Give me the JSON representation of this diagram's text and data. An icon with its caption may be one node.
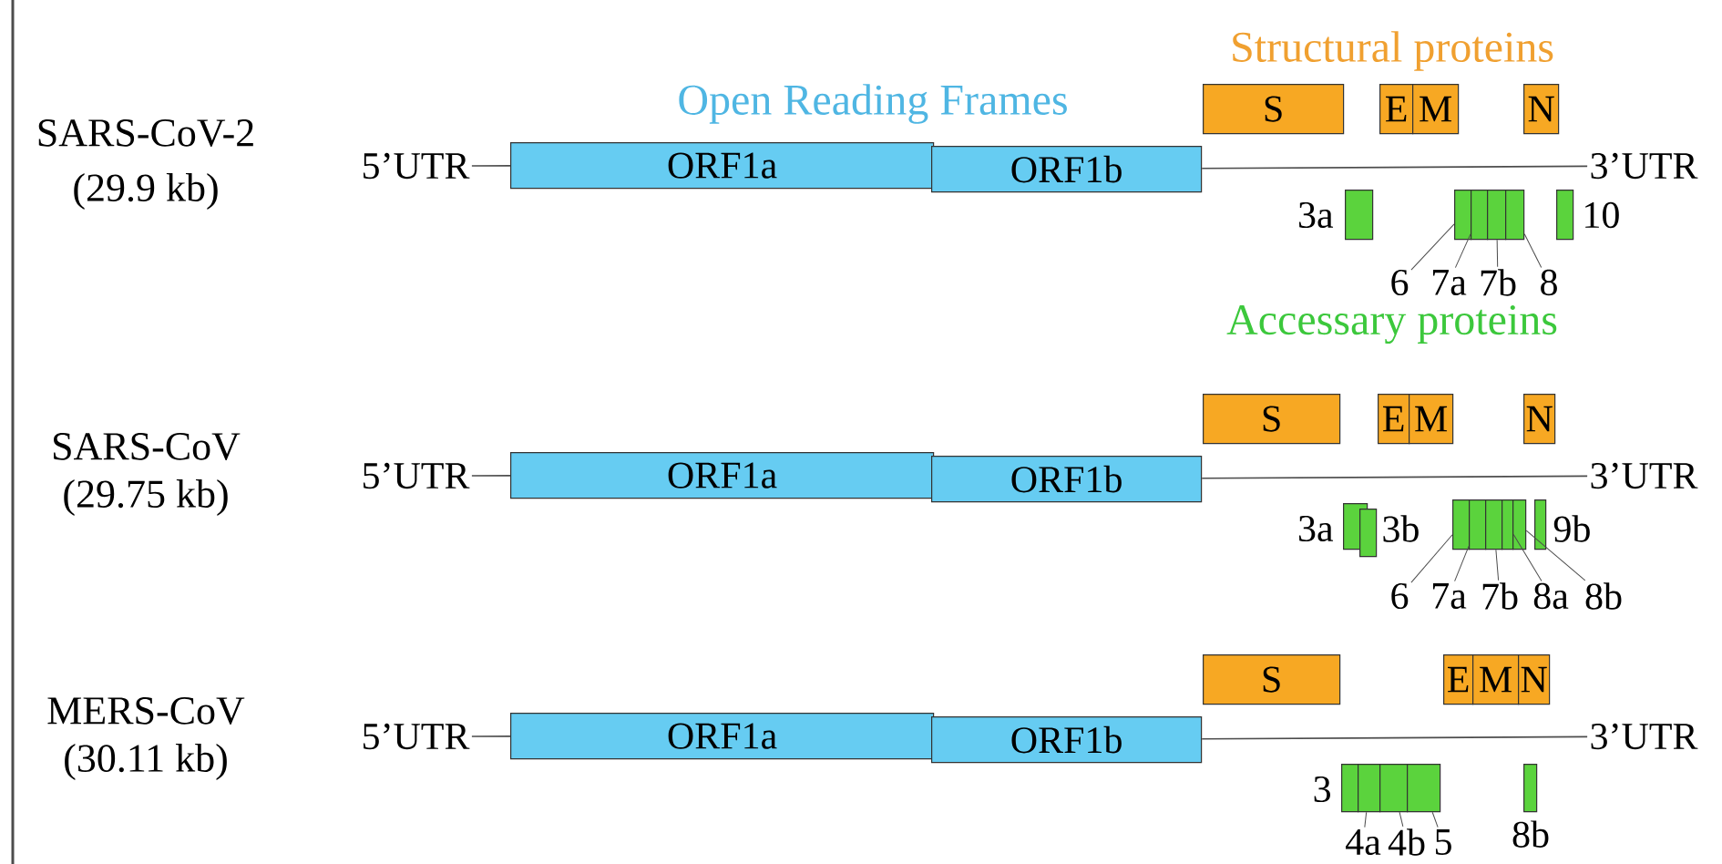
{
  "diagram": {
    "nodes": [
      {
        "text": [
          "5’UTR"
        ]
      },
      {
        "text": [
          "ORF1a"
        ]
      },
      {
        "text": [
          "ORF1b"
        ]
      },
      {
        "text": [
          "3’UTR"
        ]
      },
      {
        "text": [
          "S"
        ]
      },
      {
        "text": [
          "E"
        ]
      },
      {
        "text": [
          "M"
        ]
      },
      {
        "text": [
          "N"
        ]
      },
      {
        "text": [],
        "shape": "box",
        "beside": [
          "3a"
        ]
      },
      {
        "text": [],
        "shape": "box"
      },
      {
        "text": [],
        "shape": "box"
      },
      {
        "text": [],
        "shape": "box"
      },
      {
        "text": [],
        "shape": "box"
      },
      {
        "text": [],
        "shape": "box",
        "beside": [
          "10"
        ]
      },
      {
        "text": [
          "6"
        ]
      },
      {
        "text": [
          "7a"
        ]
      },
      {
        "text": [
          "7b"
        ]
      },
      {
        "text": [
          "8"
        ]
      },
      {
        "text": [
          "5’UTR"
        ]
      },
      {
        "text": [
          "ORF1a"
        ]
      },
      {
        "text": [
          "ORF1b"
        ]
      },
      {
        "text": [
          "3’UTR"
        ]
      },
      {
        "text": [
          "S"
        ]
      },
      {
        "text": [
          "E"
        ]
      },
      {
        "text": [
          "M"
        ]
      },
      {
        "text": [
          "N"
        ]
      },
      {
        "text": [],
        "shape": "box",
        "beside": [
          "3a"
        ]
      },
      {
        "text": [],
        "shape": "box",
        "beside": [
          "3b"
        ]
      },
      {
        "text": [],
        "shape": "box"
      },
      {
        "text": [],
        "shape": "box"
      },
      {
        "text": [],
        "shape": "box"
      },
      {
        "text": [],
        "shape": "box"
      },
      {
        "text": [],
        "shape": "box"
      },
      {
        "text": [],
        "shape": "box",
        "beside": [
          "9b"
        ]
      },
      {
        "text": [
          "6"
        ]
      },
      {
        "text": [
          "7a"
        ]
      },
      {
        "text": [
          "7b"
        ]
      },
      {
        "text": [
          "8a"
        ]
      },
      {
        "text": [
          "8b"
        ]
      },
      {
        "text": [
          "5’UTR"
        ]
      },
      {
        "text": [
          "ORF1a"
        ]
      },
      {
        "text": [
          "ORF1b"
        ]
      },
      {
        "text": [
          "3’UTR"
        ]
      },
      {
        "text": [
          "S"
        ]
      },
      {
        "text": [
          "E"
        ]
      },
      {
        "text": [
          "M"
        ]
      },
      {
        "text": [
          "N"
        ]
      },
      {
        "text": [],
        "shape": "box",
        "beside": [
          "3"
        ]
      },
      {
        "text": [],
        "shape": "box"
      },
      {
        "text": [],
        "shape": "box"
      },
      {
        "text": [],
        "shape": "box"
      },
      {
        "text": [],
        "shape": "box",
        "beside": [
          "8b"
        ]
      },
      {
        "text": [
          "4a"
        ]
      },
      {
        "text": [
          "4b"
        ]
      },
      {
        "text": [
          "5"
        ]
      }
    ],
    "edges": [
      {
        "from": 0,
        "to": 1,
        "arrow": "none"
      },
      {
        "from": 2,
        "to": 3,
        "arrow": "none"
      },
      {
        "from": 14,
        "to": 9,
        "arrow": "none"
      },
      {
        "from": 15,
        "to": 10,
        "arrow": "none"
      },
      {
        "from": 16,
        "to": 11,
        "arrow": "none"
      },
      {
        "from": 17,
        "to": 12,
        "arrow": "none"
      },
      {
        "from": 18,
        "to": 19,
        "arrow": "none"
      },
      {
        "from": 20,
        "to": 21,
        "arrow": "none"
      },
      {
        "from": 34,
        "to": 28,
        "arrow": "none"
      },
      {
        "from": 35,
        "to": 29,
        "arrow": "none"
      },
      {
        "from": 36,
        "to": 30,
        "arrow": "none"
      },
      {
        "from": 37,
        "to": 31,
        "arrow": "none"
      },
      {
        "from": 38,
        "to": 32,
        "arrow": "none"
      },
      {
        "from": 39,
        "to": 40,
        "arrow": "none"
      },
      {
        "from": 41,
        "to": 42,
        "arrow": "none"
      },
      {
        "from": 52,
        "to": 48,
        "arrow": "none"
      },
      {
        "from": 53,
        "to": 49,
        "arrow": "none"
      },
      {
        "from": 54,
        "to": 50,
        "arrow": "none"
      }
    ],
    "labels": [
      "Structural proteins",
      "Open Reading Frames",
      "SARS-CoV-2",
      "(29.9 kb)",
      "Accessary proteins",
      "SARS-CoV",
      "(29.75 kb)",
      "MERS-CoV",
      "(30.11 kb)"
    ]
  }
}
